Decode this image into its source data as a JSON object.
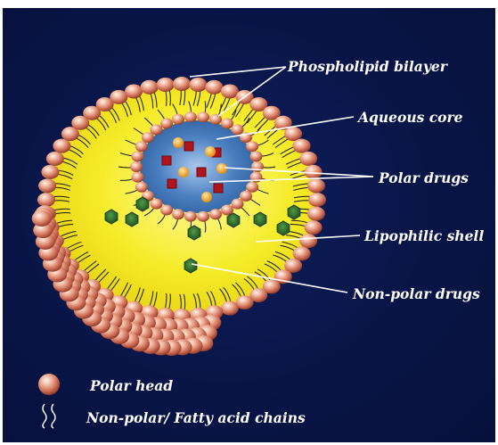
{
  "labels": {
    "phospholipid_bilayer": "Phospholipid bilayer",
    "aqueous_core": "Aqueous core",
    "polar_drugs": "Polar drugs",
    "lipophilic_shell": "Lipophilic shell",
    "non_polar_drugs": "Non-polar drugs"
  },
  "legend": {
    "polar_head": "Polar head",
    "fatty_chains": "Non-polar/ Fatty acid chains"
  },
  "colors": {
    "background": "#091547",
    "lipophilic_shell": "#f4ea1c",
    "polar_head": "#d9826a",
    "aqueous_core": "#4a7fc0",
    "polar_drug_red": "#b3141c",
    "polar_drug_gold": "#f2a21a",
    "nonpolar_drug": "#2d6a2a",
    "leader_lines": "#ffffff"
  }
}
